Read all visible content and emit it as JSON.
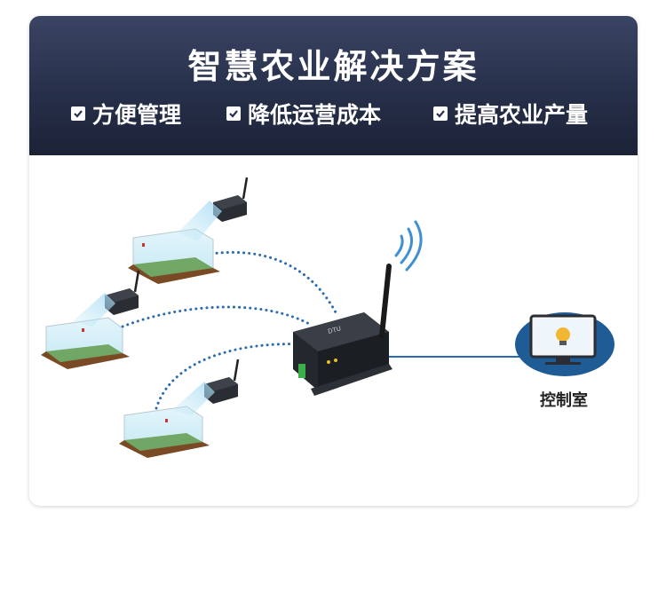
{
  "banner": {
    "title": "智慧农业解决方案",
    "features": [
      "方便管理",
      "降低运营成本",
      "提高农业产量"
    ],
    "bg_color": "#27304a"
  },
  "diagram": {
    "control_room_label": "控制室",
    "link_color": "#2b6cb0",
    "control_room_color": "#1f5c96",
    "gateway_label": "DTU"
  }
}
